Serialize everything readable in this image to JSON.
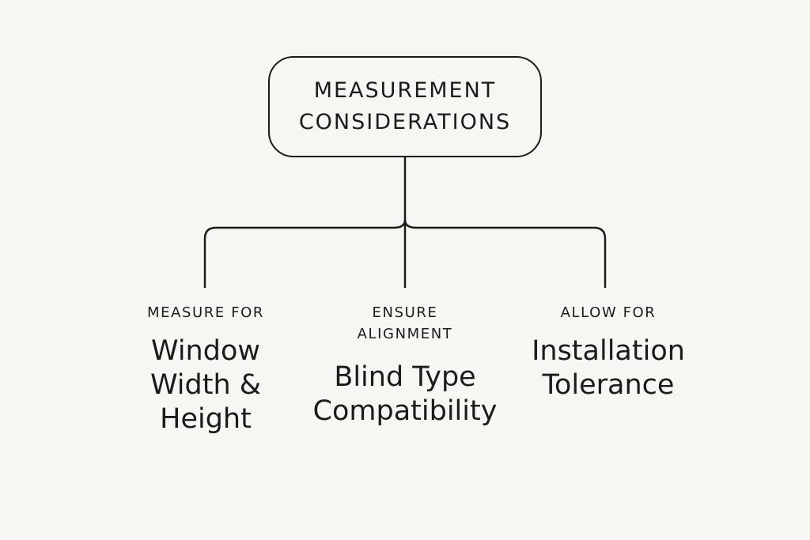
{
  "diagram": {
    "root": {
      "lines": [
        "MEASUREMENT",
        "CONSIDERATIONS"
      ]
    },
    "branches": [
      {
        "kicker_lines": [
          "MEASURE FOR"
        ],
        "title_lines": [
          "Window",
          "Width &",
          "Height"
        ]
      },
      {
        "kicker_lines": [
          "ENSURE",
          "ALIGNMENT"
        ],
        "title_lines": [
          "Blind Type",
          "Compatibility"
        ]
      },
      {
        "kicker_lines": [
          "ALLOW FOR"
        ],
        "title_lines": [
          "Installation",
          "Tolerance"
        ]
      }
    ],
    "colors": {
      "background": "#f8f6f3",
      "ink": "#1b1b1b"
    }
  }
}
